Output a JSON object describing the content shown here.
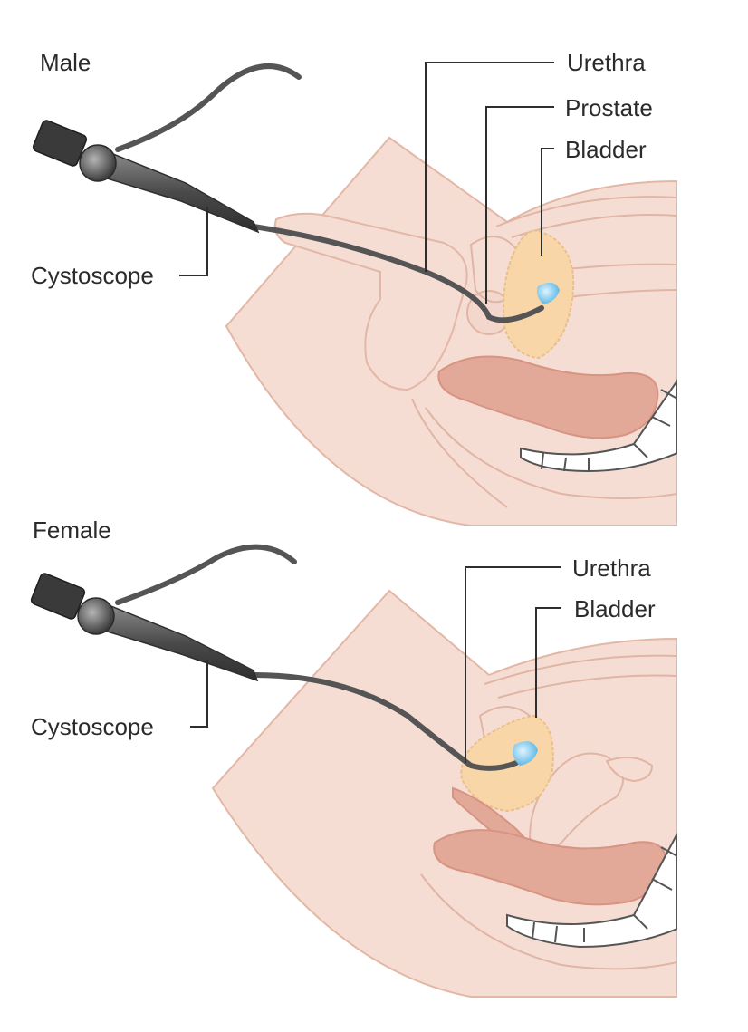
{
  "panels": {
    "male": {
      "heading": "Male",
      "labels": {
        "urethra": "Urethra",
        "prostate": "Prostate",
        "bladder": "Bladder",
        "cystoscope": "Cystoscope"
      }
    },
    "female": {
      "heading": "Female",
      "labels": {
        "urethra": "Urethra",
        "bladder": "Bladder",
        "cystoscope": "Cystoscope"
      }
    }
  },
  "colors": {
    "skin": "#f6ddd3",
    "tissue_outline": "#e3b7a6",
    "bowel": "#e2a898",
    "bladder": "#f8d6a8",
    "prostate": "#f3d7cc",
    "scope_tip": "#5bbde8",
    "scope_body": "#555555",
    "bone": "#ffffff",
    "text": "#2b2b2b"
  },
  "icons": {
    "instrument": "cystoscope-icon",
    "light": "scope-light-icon"
  }
}
